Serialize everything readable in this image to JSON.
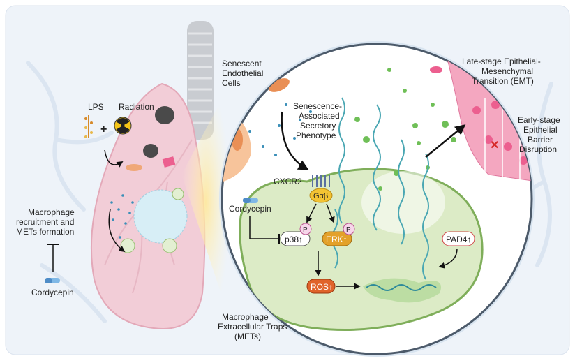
{
  "labels": {
    "lps": "LPS",
    "radiation": "Radiation",
    "plus": "+",
    "recruitment_l1": "Macrophage",
    "recruitment_l2": "recruitment and",
    "recruitment_l3": "METs formation",
    "cordycepin_left": "Cordycepin",
    "senescent_l1": "Senescent",
    "senescent_l2": "Endothelial",
    "senescent_l3": "Cells",
    "sasp_l1": "Senescence-",
    "sasp_l2": "Associated",
    "sasp_l3": "Secretory",
    "sasp_l4": "Phenotype",
    "cxcr2": "CXCR2",
    "gab": "Gαβ",
    "cordycepin_mid": "Cordycepin",
    "p38": "p38↑",
    "erk": "ERK↑",
    "ros": "ROS↑",
    "pad4": "PAD4↑",
    "p1": "P",
    "p2": "P",
    "emt_l1": "Late-stage  Epithelial-",
    "emt_l2": "Mesenchymal",
    "emt_l3": "Transition (EMT)",
    "early_l1": "Early-stage",
    "early_l2": "Epithelial",
    "early_l3": "Barrier",
    "early_l4": "Disruption",
    "mets_l1": "Macrophage",
    "mets_l2": "Extracellular Traps",
    "mets_l3": "(METs)"
  },
  "colors": {
    "panel": "#eef3f9",
    "lung": "#f2cdd7",
    "zoom": "#ffffff",
    "macrophage": "#dcebc6",
    "macrophage_edge": "#7fae5a",
    "ros_fill": "#e0632a",
    "erk_fill": "#e3a12a",
    "pad4_edge": "#d04b4b",
    "epithelium": "#f4a7c0",
    "endothelial": "#f0a878"
  }
}
